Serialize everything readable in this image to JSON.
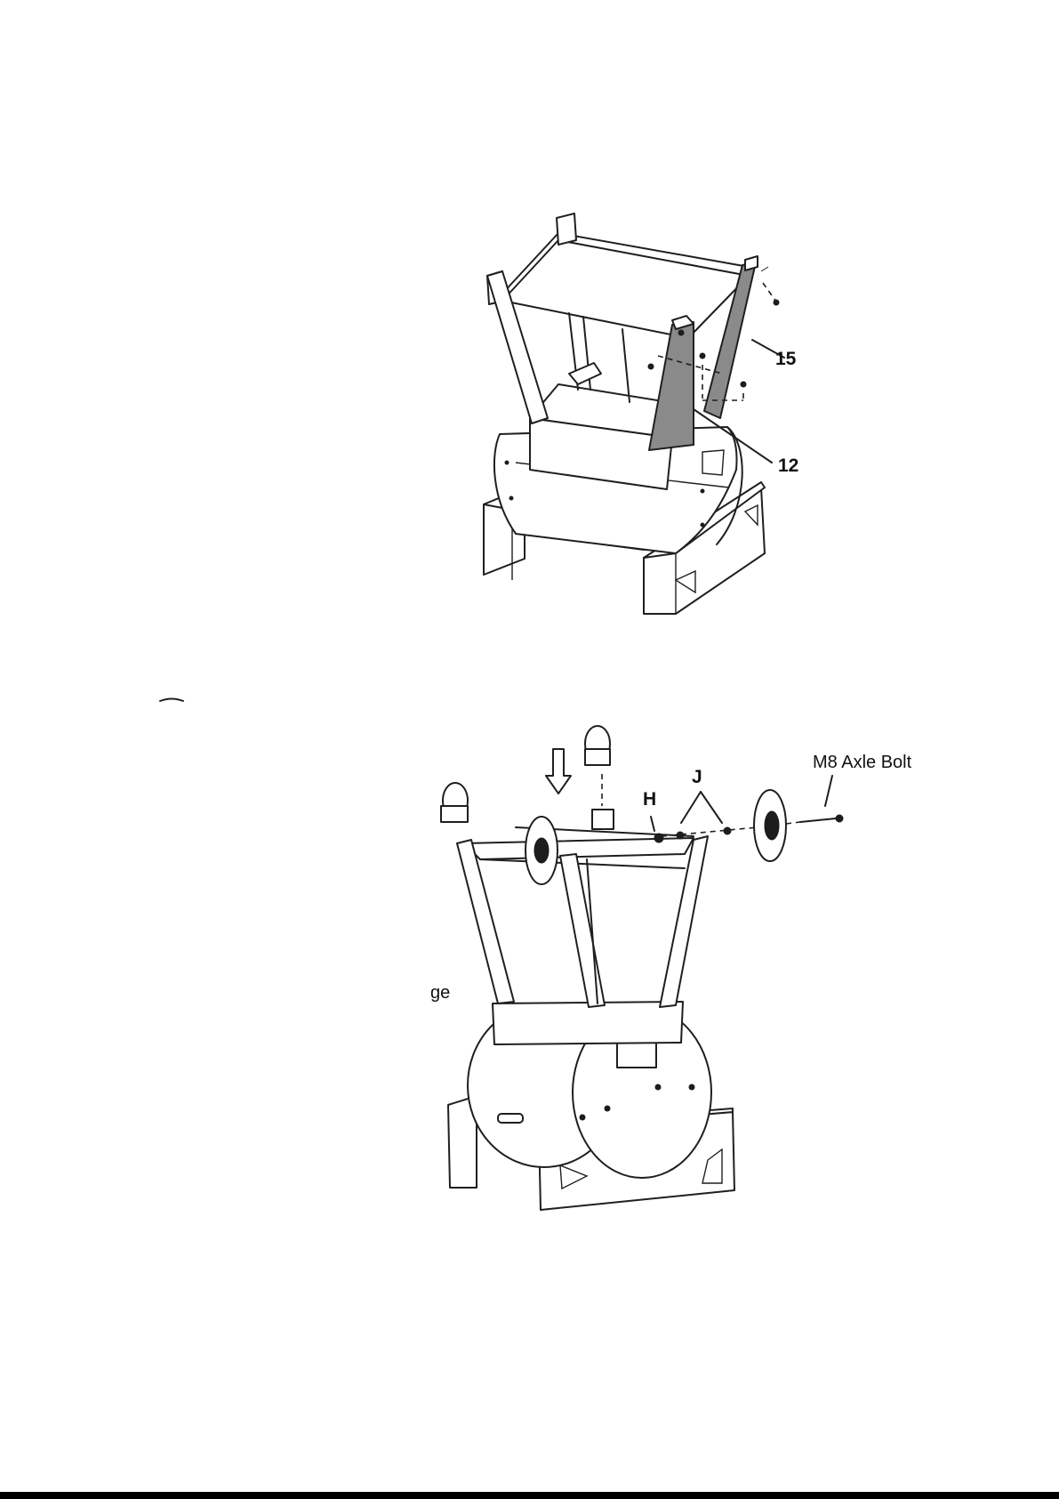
{
  "figure_top": {
    "callouts": [
      {
        "id": "15",
        "text": "15"
      },
      {
        "id": "12",
        "text": "12"
      }
    ]
  },
  "figure_bottom": {
    "callouts": [
      {
        "id": "H",
        "text": "H"
      },
      {
        "id": "J",
        "text": "J"
      },
      {
        "id": "axle_bolt",
        "text": "M8 Axle Bolt"
      }
    ],
    "clipped_text": "ge"
  }
}
